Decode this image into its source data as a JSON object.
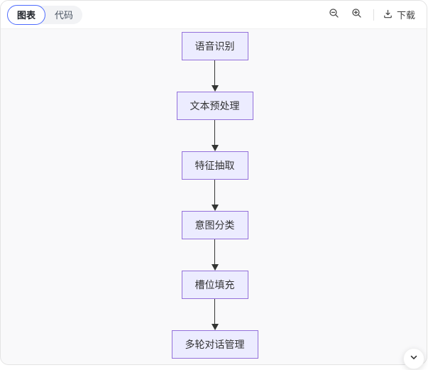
{
  "toolbar": {
    "tabs": [
      {
        "label": "图表",
        "active": true
      },
      {
        "label": "代码",
        "active": false
      }
    ],
    "actions": {
      "zoom_out_icon": "zoom-out",
      "zoom_in_icon": "zoom-in",
      "download_icon": "download",
      "download_label": "下载"
    }
  },
  "chart_data": {
    "type": "flowchart",
    "direction": "top-down",
    "nodes": [
      "语音识别",
      "文本预处理",
      "特征抽取",
      "意图分类",
      "槽位填充",
      "多轮对话管理"
    ],
    "edges": [
      {
        "from": "语音识别",
        "to": "文本预处理"
      },
      {
        "from": "文本预处理",
        "to": "特征抽取"
      },
      {
        "from": "特征抽取",
        "to": "意图分类"
      },
      {
        "from": "意图分类",
        "to": "槽位填充"
      },
      {
        "from": "槽位填充",
        "to": "多轮对话管理"
      }
    ],
    "node_fill": "#ECECFF",
    "node_border": "#9370DB",
    "edge_color": "#333333"
  },
  "scroll_button": {
    "icon": "chevron-down"
  }
}
